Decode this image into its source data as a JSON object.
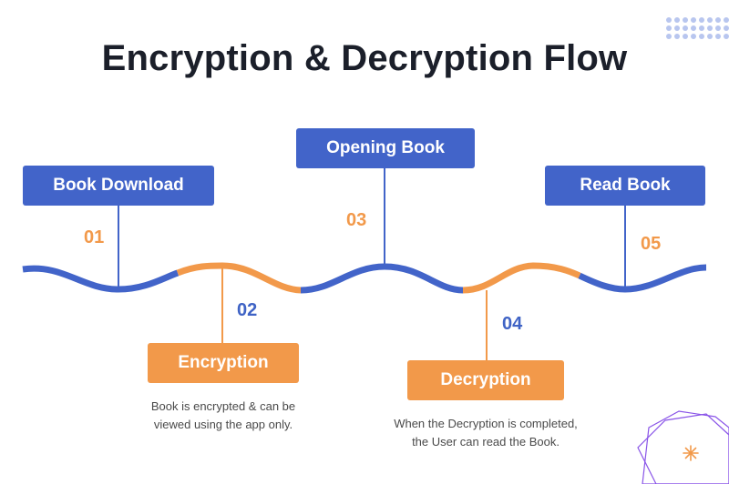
{
  "title": "Encryption & Decryption Flow",
  "colors": {
    "blue": "#4264c9",
    "orange": "#f2994a",
    "text": "#1b1f2a"
  },
  "steps": [
    {
      "number": "01",
      "label": "Book Download",
      "description": ""
    },
    {
      "number": "02",
      "label": "Encryption",
      "description_line1": "Book is encrypted & can be",
      "description_line2": "viewed using the app only."
    },
    {
      "number": "03",
      "label": "Opening Book",
      "description": ""
    },
    {
      "number": "04",
      "label": "Decryption",
      "description_line1": "When the Decryption is completed,",
      "description_line2": "the User can read the Book."
    },
    {
      "number": "05",
      "label": "Read Book",
      "description": ""
    }
  ],
  "decorations": [
    "dot-grid-icon",
    "sparkle-icon",
    "polygon-outline-icon"
  ]
}
